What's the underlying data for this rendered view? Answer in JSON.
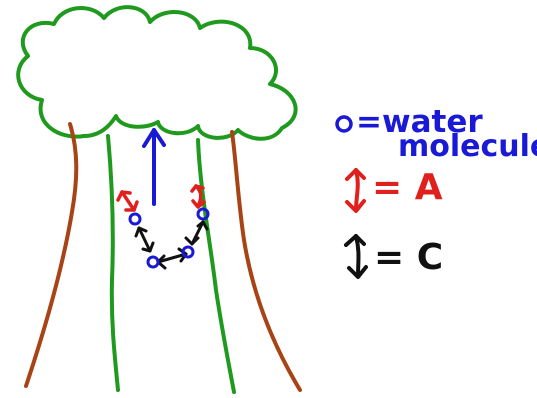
{
  "colors": {
    "background": "#ffffff",
    "canopy": "#1f9a1f",
    "trunk": "#a84315",
    "xylem": "#1f9a1f",
    "water": "#1a1ad6",
    "adhesion": "#e0201c",
    "cohesion": "#111111"
  },
  "legend": {
    "water_symbol": "o",
    "water_label": "=water molecule",
    "water_line1": "=water",
    "water_line2": "molecule",
    "adhesion_label": "= A",
    "cohesion_label": "= C"
  },
  "icons": {
    "flow_arrow": "arrow-up",
    "adhesion_arrow": "double-arrow",
    "cohesion_arrow": "double-arrow",
    "water_molecule": "circle"
  }
}
